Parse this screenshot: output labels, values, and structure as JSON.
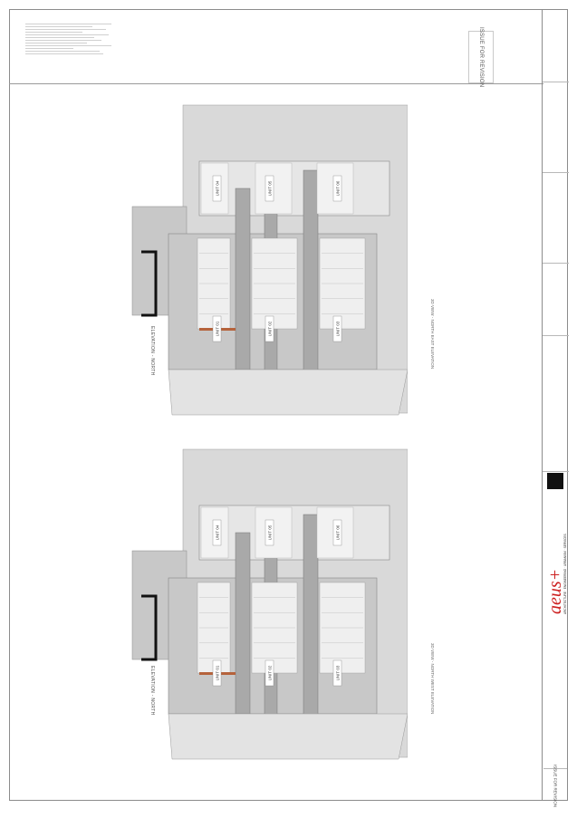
{
  "sheet": {
    "revision_stamp": "ISSUE FOR REVISION",
    "bottom_stamp": "ISSUE FOR REVISION"
  },
  "views": [
    {
      "title": "ELEVATION - NORTH",
      "caption": "3D VIEW - NORTH EAST ELEVATION",
      "units": [
        "UNIT 01",
        "UNIT 02",
        "UNIT 03",
        "UNIT 04",
        "UNIT 05",
        "UNIT 06"
      ]
    },
    {
      "title": "ELEVATION - NORTH",
      "caption": "3D VIEW - NORTH WEST ELEVATION",
      "units": [
        "UNIT 01",
        "UNIT 02",
        "UNIT 03",
        "UNIT 04",
        "UNIT 05",
        "UNIT 06"
      ]
    }
  ],
  "logo": {
    "mark": "aeus+",
    "tagline": "ARCHITECTURE · ENGINEERING · URBANISM · SERVICES"
  },
  "colors": {
    "massing": "#c8c8c8",
    "massing_dark": "#a9a9a9",
    "void": "#e6e6e6",
    "logo_red": "#cc1f1f",
    "accent_black": "#111111"
  }
}
